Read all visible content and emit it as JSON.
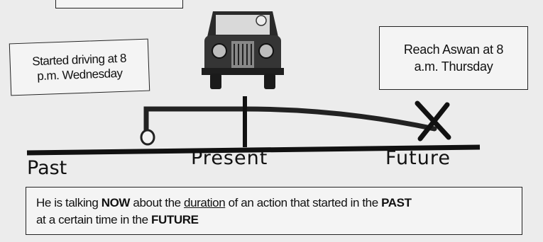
{
  "notes": {
    "left": "Started driving at 8\np.m. Wednesday",
    "right": "Reach Aswan at 8\na.m. Thursday"
  },
  "timeline": {
    "past": "Past",
    "present": "Present",
    "future": "Future"
  },
  "explanation": {
    "part1": "He is talking ",
    "now": "NOW",
    "part2": " about the ",
    "duration": "duration",
    "part3": " of an action that started in the ",
    "past": "PAST",
    "part4": "at a certain time in the ",
    "future": "FUTURE"
  },
  "icons": {
    "vehicle": "car-front-icon",
    "end_marker": "x-mark-icon",
    "start_marker": "circle-marker-icon"
  }
}
